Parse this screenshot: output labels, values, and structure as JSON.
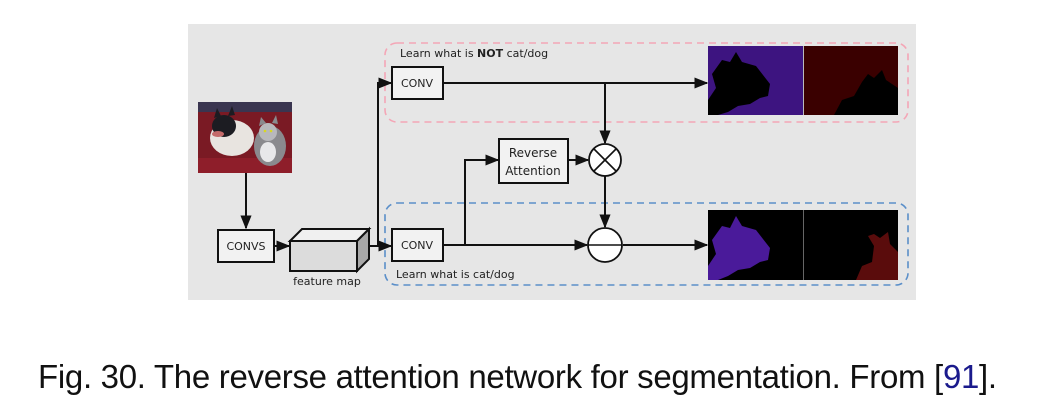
{
  "diagram": {
    "title": "Reverse attention network",
    "input_image": {
      "label": "",
      "description": "photo of a dog and a cat on a red couch"
    },
    "nodes": {
      "convs": "CONVS",
      "feature_map": "feature map",
      "conv_top": "CONV",
      "conv_bottom": "CONV",
      "reverse_attention_line1": "Reverse",
      "reverse_attention_line2": "Attention",
      "multiply_op": "multiply",
      "subtract_op": "subtract"
    },
    "groups": {
      "top": {
        "label_prefix": "Learn what is ",
        "label_bold": "NOT",
        "label_suffix": " cat/dog",
        "border_color": "#f4a6b6"
      },
      "bottom": {
        "label": "Learn what is cat/dog",
        "border_color": "#5b8fc9"
      }
    },
    "outputs": {
      "top": [
        {
          "background": "#3d1480",
          "silhouette": "#000000",
          "class": "dog"
        },
        {
          "background": "#3a0000",
          "silhouette": "#000000",
          "class": "cat"
        }
      ],
      "bottom": [
        {
          "background": "#000000",
          "silhouette": "#4a1a9a",
          "class": "dog"
        },
        {
          "background": "#000000",
          "silhouette": "#5a0c0c",
          "class": "cat"
        }
      ]
    },
    "colors": {
      "panel": "#e6e6e6",
      "box_fill": "#f2f2f2",
      "stroke": "#111111"
    }
  },
  "caption": {
    "prefix": "Fig. 30. The reverse attention network for segmentation. From [",
    "ref": "91",
    "suffix": "]."
  }
}
